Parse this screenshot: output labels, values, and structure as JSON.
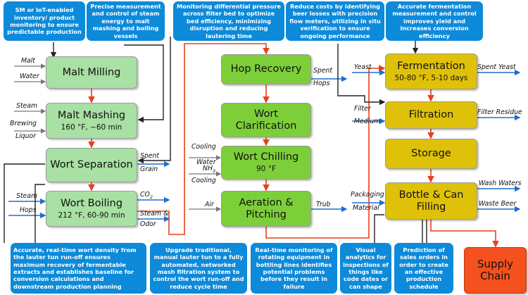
{
  "notes": {
    "iot": "SM or IoT-enabled inventory/ product monitoring to ensure predictable production",
    "steam_control": "Precise measurement and control of steam energy to malt mashing and boiling vessels",
    "diff_pressure": "Monitoring differential pressure across filter bed to optimize bed efficiency, minimizing disruption and reducing lautering time",
    "flow_meters": "Reduce costs by identifying beer losses with precision flow meters, utilizing in situ verification to ensure ongoing performance",
    "fermentation": "Accurate fermentation measurement and control improves yield and increases conversion efficiency",
    "wort_density": "Accurate, real-time wort density from the lauter tun run-off ensures maximum recovery of fermentable extracts and establishes baseline for conversion calculations and downstream production planning",
    "mash_filtration": "Upgrade traditional, manual lauter tun to a fully automated, networked mash filtration system to control the wort run-off and reduce cycle time",
    "bottling_monitoring": "Real-time monitoring of rotating equipment in bottling lines identifies potential problems before they result in failure",
    "visual_analytics": "Visual analytics for inspections of things like code dates or can shape",
    "sales_prediction": "Prediction of sales orders in order to create an effective production schedule"
  },
  "processes": {
    "malt_milling": {
      "title": "Malt Milling"
    },
    "malt_mashing": {
      "title": "Malt Mashing",
      "sub": "160 °F, ~60 min"
    },
    "wort_separation": {
      "title": "Wort Separation"
    },
    "wort_boiling": {
      "title": "Wort Boiling",
      "sub": "212 °F, 60-90 min"
    },
    "hop_recovery": {
      "title": "Hop Recovery"
    },
    "wort_clarification": {
      "title1": "Wort",
      "title2": "Clarification"
    },
    "wort_chilling": {
      "title": "Wort Chilling",
      "sub": "90 °F"
    },
    "aeration_pitching": {
      "title1": "Aeration &",
      "title2": "Pitching"
    },
    "fermentation": {
      "title": "Fermentation",
      "sub": "50-80 °F, 5-10 days"
    },
    "filtration": {
      "title": "Filtration"
    },
    "storage": {
      "title": "Storage"
    },
    "bottle_can": {
      "title1": "Bottle & Can",
      "title2": "Filling"
    },
    "supply_chain": {
      "title1": "Supply",
      "title2": "Chain"
    }
  },
  "labels": {
    "malt": "Malt",
    "water": "Water",
    "steam_mash": "Steam",
    "brewing_liquor_1": "Brewing",
    "brewing_liquor_2": "Liquor",
    "spent_grain_1": "Spent",
    "spent_grain_2": "Grain",
    "steam_boil": "Steam",
    "hops": "Hops",
    "co2": "CO",
    "co2_sub": "2",
    "steam_odor_1": "Steam &",
    "steam_odor_2": "Odor",
    "spent_hops_1": "Spent",
    "spent_hops_2": "Hops",
    "cooling_1": "Cooling",
    "cooling_water": "Water",
    "nh3": "NH",
    "nh3_sub": "3",
    "cooling_2": "Cooling",
    "air": "Air",
    "trub": "Trub",
    "yeast": "Yeast",
    "spent_yeast": "Spent Yeast",
    "filter_medium_1": "Filter",
    "filter_medium_2": "Medium",
    "filter_residue": "Filter Residue",
    "packaging_material_1": "Packaging",
    "packaging_material_2": "Material",
    "wash_waters": "Wash Waters",
    "waste_beer": "Waste Beer"
  },
  "colors": {
    "note_blue": "#0d8ad9",
    "stage_light_green": "#a9e0a3",
    "stage_green": "#7dcf3a",
    "stage_yellow": "#e0c10a",
    "supply_chain_orange": "#f4511e",
    "flow_red": "#e8401c",
    "io_blue": "#1e6fd0",
    "io_grey": "#777777",
    "connector_black": "#222222"
  }
}
